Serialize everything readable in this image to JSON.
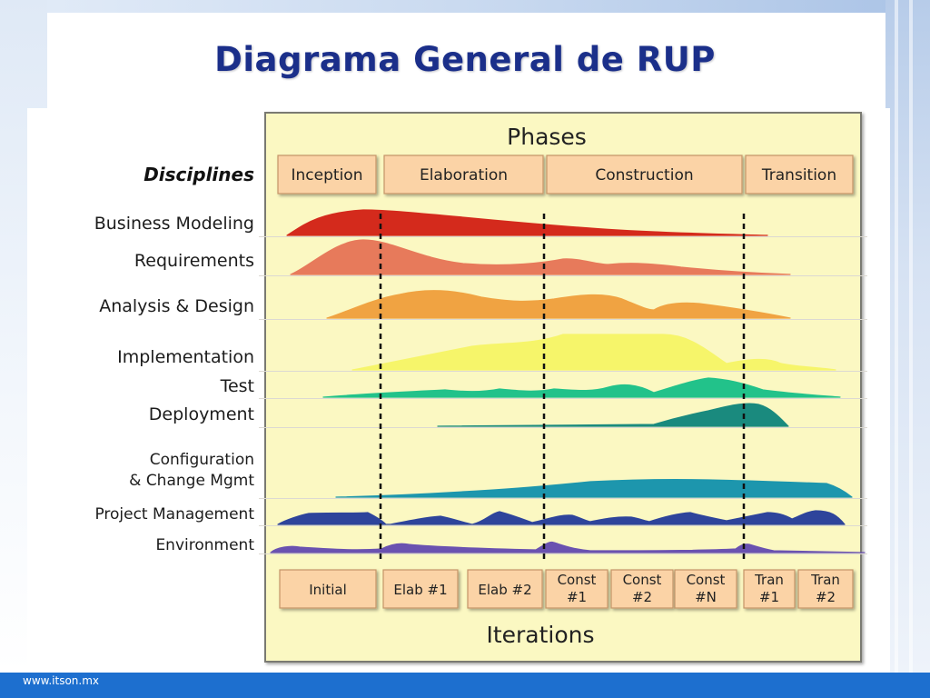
{
  "slide": {
    "title": "Diagrama General de RUP",
    "footer_url": "www.itson.mx"
  },
  "diagram": {
    "phases_header": "Phases",
    "disciplines_header": "Disciplines",
    "iterations_header": "Iterations",
    "phases": [
      "Inception",
      "Elaboration",
      "Construction",
      "Transition"
    ],
    "disciplines": [
      {
        "lines": [
          "Business Modeling"
        ],
        "color": "#d42a1c"
      },
      {
        "lines": [
          "Requirements"
        ],
        "color": "#e77a5b"
      },
      {
        "lines": [
          "Analysis & Design"
        ],
        "color": "#f0a342"
      },
      {
        "lines": [
          "Implementation"
        ],
        "color": "#f6f56a"
      },
      {
        "lines": [
          "Test"
        ],
        "color": "#22c28a"
      },
      {
        "lines": [
          "Deployment"
        ],
        "color": "#1a8a7e"
      },
      {
        "lines": [
          "Configuration",
          "& Change Mgmt"
        ],
        "color": "#1d96ad"
      },
      {
        "lines": [
          "Project Management"
        ],
        "color": "#2e449b"
      },
      {
        "lines": [
          "Environment"
        ],
        "color": "#6a52b0"
      }
    ],
    "iterations": [
      {
        "lines": [
          "Initial"
        ]
      },
      {
        "lines": [
          "Elab #1"
        ]
      },
      {
        "lines": [
          "Elab #2"
        ]
      },
      {
        "lines": [
          "Const",
          "#1"
        ]
      },
      {
        "lines": [
          "Const",
          "#2"
        ]
      },
      {
        "lines": [
          "Const",
          "#N"
        ]
      },
      {
        "lines": [
          "Tran",
          "#1"
        ]
      },
      {
        "lines": [
          "Tran",
          "#2"
        ]
      }
    ],
    "colors": {
      "panel": "#fbf8c2",
      "box": "#fbd3a6",
      "box_border": "#c49468",
      "text": "#222222"
    }
  }
}
